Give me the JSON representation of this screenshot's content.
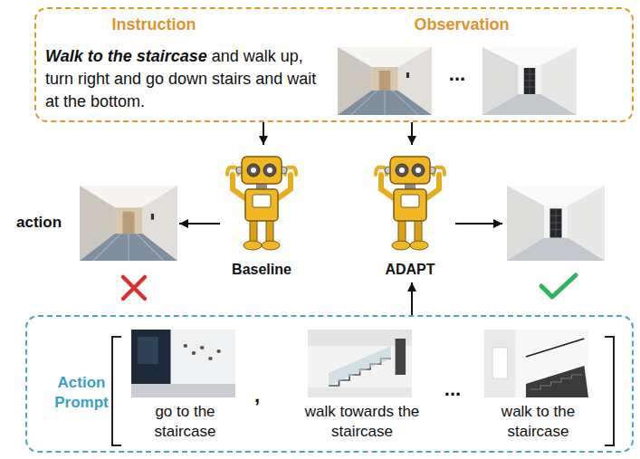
{
  "diagram": {
    "nodes": [
      {
        "text": [
          "Instruction",
          "Walk to the staircase",
          "and walk up, turn right and go down stairs and wait at the bottom.",
          "Observation"
        ]
      },
      {
        "text": [
          "action"
        ]
      },
      {
        "text": [
          "Baseline"
        ]
      },
      {
        "text": [
          "ADAPT"
        ]
      },
      {
        "text": [
          "Action Prompt"
        ]
      },
      {
        "text": [
          "go to the staircase"
        ],
        "in": 4
      },
      {
        "text": [
          "walk towards the staircase"
        ],
        "in": 4
      },
      {
        "text": [
          "walk to the staircase"
        ],
        "in": 4
      }
    ],
    "edges": [
      {
        "from": 0,
        "to": 2,
        "arrow": "to"
      },
      {
        "from": 0,
        "to": 3,
        "arrow": "to"
      },
      {
        "from": 2,
        "to": 1,
        "arrow": "to"
      },
      {
        "from": 4,
        "to": 3,
        "arrow": "to"
      }
    ],
    "labels": [
      "...",
      ",",
      "..."
    ]
  }
}
